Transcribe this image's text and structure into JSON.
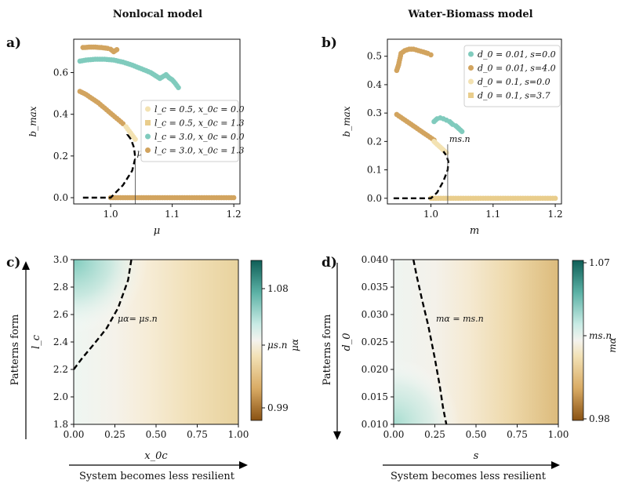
{
  "columns": {
    "left_title": "Nonlocal model",
    "right_title": "Water-Biomass model"
  },
  "colors": {
    "teal": "#80cbbd",
    "tan": "#d2a45f",
    "light": "#f3e2b2",
    "lightgold": "#e9cd8c",
    "dash": "#000000",
    "bg": "#ffffff"
  },
  "chart_data": [
    {
      "panel": "a)",
      "type": "scatter",
      "xlabel": "μ",
      "ylabel": "b_max",
      "xlim": [
        0.94,
        1.21
      ],
      "ylim": [
        -0.03,
        0.76
      ],
      "xticks": [
        1.0,
        1.1,
        1.2
      ],
      "xtick_labels": [
        "1.0",
        "1.1",
        "1.2"
      ],
      "yticks": [
        0.0,
        0.2,
        0.4,
        0.6
      ],
      "ytick_labels": [
        "0.0",
        "0.2",
        "0.4",
        "0.6"
      ],
      "legend_position": "center-right",
      "legend": [
        {
          "text": "l_c = 0.5, x_0c = 0.0",
          "color": "#f3e2b2",
          "marker": "circle"
        },
        {
          "text": "l_c = 0.5, x_0c = 1.3",
          "color": "#e9cd8c",
          "marker": "square"
        },
        {
          "text": "l_c = 3.0, x_0c = 0.0",
          "color": "#80cbbd",
          "marker": "circle"
        },
        {
          "text": "l_c = 3.0, x_0c = 1.3",
          "color": "#d2a45f",
          "marker": "circle"
        }
      ],
      "annotation": "μs.n",
      "annotation_x": 1.04,
      "series": [
        {
          "color": "#d2a45f",
          "x": [
            0.955,
            0.965,
            0.975,
            0.985,
            0.995,
            1.0,
            1.005,
            1.01
          ],
          "y": [
            0.72,
            0.722,
            0.722,
            0.72,
            0.716,
            0.712,
            0.7,
            0.71
          ]
        },
        {
          "color": "#80cbbd",
          "x": [
            0.95,
            0.96,
            0.975,
            0.99,
            1.005,
            1.02,
            1.035,
            1.05,
            1.065,
            1.08,
            1.09,
            1.095,
            1.1,
            1.105,
            1.11
          ],
          "y": [
            0.655,
            0.66,
            0.664,
            0.664,
            0.66,
            0.65,
            0.636,
            0.618,
            0.6,
            0.572,
            0.59,
            0.575,
            0.565,
            0.548,
            0.528
          ]
        },
        {
          "color": "#d2a45f",
          "x": [
            0.95,
            0.96,
            0.97,
            0.98,
            0.99,
            1.0,
            1.01,
            1.02
          ],
          "y": [
            0.51,
            0.495,
            0.475,
            0.455,
            0.43,
            0.405,
            0.38,
            0.355
          ]
        },
        {
          "color": "#f3e2b2",
          "x": [
            1.025,
            1.03,
            1.035,
            1.04
          ],
          "y": [
            0.34,
            0.32,
            0.3,
            0.28
          ]
        },
        {
          "color": "#d2a45f",
          "x": [
            1.0,
            1.02,
            1.05,
            1.08,
            1.1,
            1.12,
            1.14,
            1.16,
            1.18,
            1.2
          ],
          "y": [
            0,
            0,
            0,
            0,
            0,
            0,
            0,
            0,
            0,
            0
          ]
        }
      ],
      "dashed_branch": {
        "x": [
          0.955,
          1.0,
          1.02,
          1.035,
          1.04,
          1.038,
          1.033,
          1.028,
          1.03
        ],
        "y": [
          0.0,
          0.0,
          0.06,
          0.13,
          0.19,
          0.24,
          0.28,
          0.3,
          0.3
        ]
      }
    },
    {
      "panel": "b)",
      "type": "scatter",
      "xlabel": "m",
      "ylabel": "b_max",
      "xlim": [
        0.93,
        1.21
      ],
      "ylim": [
        -0.02,
        0.56
      ],
      "xticks": [
        1.0,
        1.1,
        1.2
      ],
      "xtick_labels": [
        "1.0",
        "1.1",
        "1.2"
      ],
      "yticks": [
        0.0,
        0.1,
        0.2,
        0.3,
        0.4,
        0.5
      ],
      "ytick_labels": [
        "0.0",
        "0.1",
        "0.2",
        "0.3",
        "0.4",
        "0.5"
      ],
      "legend_position": "upper-right",
      "legend": [
        {
          "text": "d_0 = 0.01, s=0.0",
          "color": "#80cbbd",
          "marker": "circle"
        },
        {
          "text": "d_0 = 0.01, s=4.0",
          "color": "#d2a45f",
          "marker": "circle"
        },
        {
          "text": "d_0 = 0.1, s=0.0",
          "color": "#f3e2b2",
          "marker": "circle"
        },
        {
          "text": "d_0 = 0.1, s=3.7",
          "color": "#e9cd8c",
          "marker": "square"
        }
      ],
      "annotation": "ms.n",
      "annotation_x": 1.027,
      "series": [
        {
          "color": "#d2a45f",
          "x": [
            0.945,
            0.948,
            0.952,
            0.958,
            0.965,
            0.972,
            0.98,
            0.988,
            0.995,
            1.0
          ],
          "y": [
            0.45,
            0.47,
            0.51,
            0.52,
            0.525,
            0.525,
            0.52,
            0.515,
            0.51,
            0.505
          ]
        },
        {
          "color": "#80cbbd",
          "x": [
            1.005,
            1.01,
            1.015,
            1.02,
            1.025,
            1.03,
            1.035,
            1.04,
            1.045,
            1.05
          ],
          "y": [
            0.27,
            0.28,
            0.283,
            0.28,
            0.275,
            0.27,
            0.26,
            0.255,
            0.245,
            0.235
          ]
        },
        {
          "color": "#d2a45f",
          "x": [
            0.945,
            0.955,
            0.965,
            0.975,
            0.985,
            0.995,
            1.005
          ],
          "y": [
            0.295,
            0.28,
            0.265,
            0.25,
            0.235,
            0.22,
            0.205
          ]
        },
        {
          "color": "#f3e2b2",
          "x": [
            1.005,
            1.01,
            1.015,
            1.02,
            1.025
          ],
          "y": [
            0.2,
            0.19,
            0.18,
            0.17,
            0.16
          ]
        },
        {
          "color": "#e9cd8c",
          "x": [
            1.0,
            1.02,
            1.04,
            1.06,
            1.08,
            1.1,
            1.12,
            1.14,
            1.16,
            1.18,
            1.2
          ],
          "y": [
            0,
            0,
            0,
            0,
            0,
            0,
            0,
            0,
            0,
            0,
            0
          ]
        }
      ],
      "dashed_branch": {
        "x": [
          0.94,
          0.96,
          0.98,
          1.0,
          1.01,
          1.02,
          1.027,
          1.028,
          1.025,
          1.02
        ],
        "y": [
          0.0,
          0.0,
          0.0,
          0.0,
          0.02,
          0.06,
          0.1,
          0.13,
          0.15,
          0.165
        ]
      }
    },
    {
      "panel": "c)",
      "type": "heatmap",
      "xlabel": "x_0c",
      "ylabel": "l_c",
      "xlim": [
        0.0,
        1.0
      ],
      "ylim": [
        1.8,
        3.0
      ],
      "xticks": [
        0.0,
        0.25,
        0.5,
        0.75,
        1.0
      ],
      "xtick_labels": [
        "0.00",
        "0.25",
        "0.50",
        "0.75",
        "1.00"
      ],
      "yticks": [
        1.8,
        2.0,
        2.2,
        2.4,
        2.6,
        2.8,
        3.0
      ],
      "ytick_labels": [
        "1.8",
        "2.0",
        "2.2",
        "2.4",
        "2.6",
        "2.8",
        "3.0"
      ],
      "contour_label": "μα= μs.n",
      "colorbar": {
        "label": "μα",
        "ticks": [
          "1.08",
          "μs.n",
          "0.99"
        ]
      },
      "side_label": "Patterns form",
      "bottom_label": "System becomes less resilient",
      "contour": {
        "x": [
          0.0,
          0.05,
          0.12,
          0.2,
          0.27,
          0.33,
          0.35
        ],
        "y": [
          2.2,
          2.28,
          2.38,
          2.5,
          2.65,
          2.85,
          3.0
        ]
      }
    },
    {
      "panel": "d)",
      "type": "heatmap",
      "xlabel": "s",
      "ylabel": "d_0",
      "xlim": [
        0.0,
        1.0
      ],
      "ylim": [
        0.01,
        0.04
      ],
      "xticks": [
        0.0,
        0.25,
        0.5,
        0.75,
        1.0
      ],
      "xtick_labels": [
        "0.00",
        "0.25",
        "0.50",
        "0.75",
        "1.00"
      ],
      "yticks": [
        0.01,
        0.015,
        0.02,
        0.025,
        0.03,
        0.035,
        0.04
      ],
      "ytick_labels": [
        "0.010",
        "0.015",
        "0.020",
        "0.025",
        "0.030",
        "0.035",
        "0.040"
      ],
      "contour_label": "mα = ms.n",
      "colorbar": {
        "label": "mα",
        "ticks": [
          "1.07",
          "ms.n",
          "0.98"
        ]
      },
      "side_label": "Patterns form",
      "bottom_label": "System becomes less resilient",
      "contour": {
        "x": [
          0.12,
          0.14,
          0.17,
          0.21,
          0.25,
          0.28,
          0.3,
          0.32
        ],
        "y": [
          0.04,
          0.037,
          0.033,
          0.028,
          0.022,
          0.017,
          0.013,
          0.01
        ]
      }
    }
  ]
}
